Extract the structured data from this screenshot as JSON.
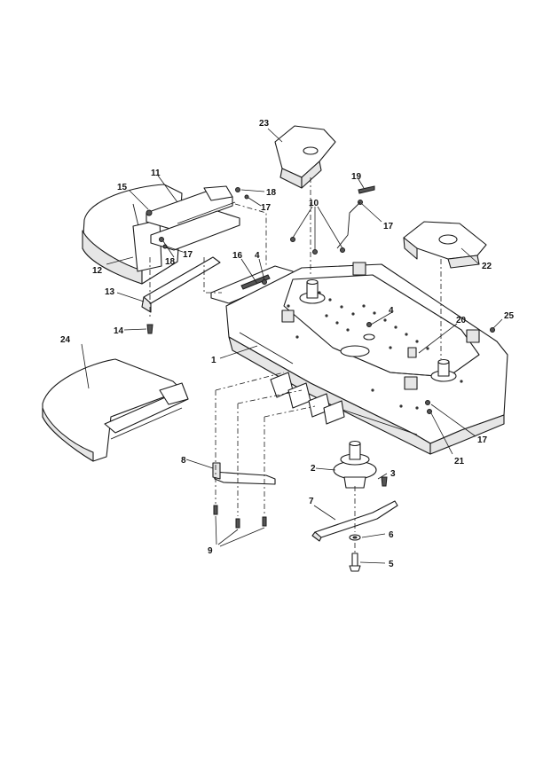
{
  "callouts": {
    "c1": "1",
    "c2": "2",
    "c3": "3",
    "c4a": "4",
    "c4b": "4",
    "c5": "5",
    "c6": "6",
    "c7": "7",
    "c8": "8",
    "c9": "9",
    "c10": "10",
    "c11": "11",
    "c12": "12",
    "c13": "13",
    "c14": "14",
    "c15": "15",
    "c16": "16",
    "c17a": "17",
    "c17b": "17",
    "c17c": "17",
    "c17d": "17",
    "c18a": "18",
    "c18b": "18",
    "c19": "19",
    "c20": "20",
    "c21": "21",
    "c22": "22",
    "c23": "23",
    "c24": "24",
    "c25": "25"
  },
  "colors": {
    "line": "#1a1a1a",
    "background": "#ffffff",
    "shade": "#e6e6e6"
  }
}
